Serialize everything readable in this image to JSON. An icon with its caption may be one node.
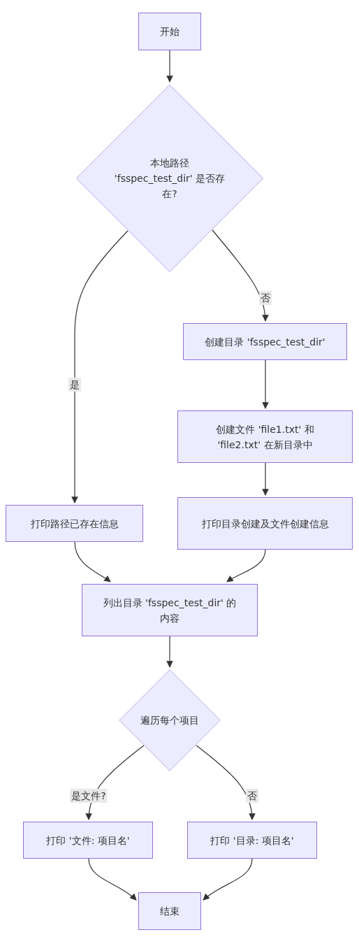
{
  "diagram": {
    "nodes": [
      {
        "text": [
          "开始"
        ]
      },
      {
        "text": [
          "本地路径 'fsspec_test_dir' 是否存在?"
        ]
      },
      {
        "text": [
          "创建目录 'fsspec_test_dir'"
        ]
      },
      {
        "text": [
          "创建文件 'file1.txt' 和 'file2.txt' 在新目录中"
        ]
      },
      {
        "text": [
          "打印路径已存在信息"
        ]
      },
      {
        "text": [
          "打印目录创建及文件创建信息"
        ]
      },
      {
        "text": [
          "列出目录 'fsspec_test_dir' 的内容"
        ]
      },
      {
        "text": [
          "遍历每个项目"
        ]
      },
      {
        "text": [
          "打印 '文件: 项目名'"
        ]
      },
      {
        "text": [
          "打印 '目录: 项目名'"
        ]
      },
      {
        "text": [
          "结束"
        ]
      }
    ],
    "edges": [
      {
        "from": 0,
        "to": 1,
        "arrow": "to"
      },
      {
        "from": 1,
        "to": 4,
        "arrow": "to",
        "label": "是"
      },
      {
        "from": 1,
        "to": 2,
        "arrow": "to",
        "label": "否"
      },
      {
        "from": 2,
        "to": 3,
        "arrow": "to"
      },
      {
        "from": 3,
        "to": 5,
        "arrow": "to"
      },
      {
        "from": 4,
        "to": 6,
        "arrow": "to"
      },
      {
        "from": 5,
        "to": 6,
        "arrow": "to"
      },
      {
        "from": 6,
        "to": 7,
        "arrow": "to"
      },
      {
        "from": 7,
        "to": 8,
        "arrow": "to",
        "label": "是文件?"
      },
      {
        "from": 7,
        "to": 9,
        "arrow": "to",
        "label": "否"
      },
      {
        "from": 8,
        "to": 10,
        "arrow": "to"
      },
      {
        "from": 9,
        "to": 10,
        "arrow": "to"
      }
    ]
  }
}
